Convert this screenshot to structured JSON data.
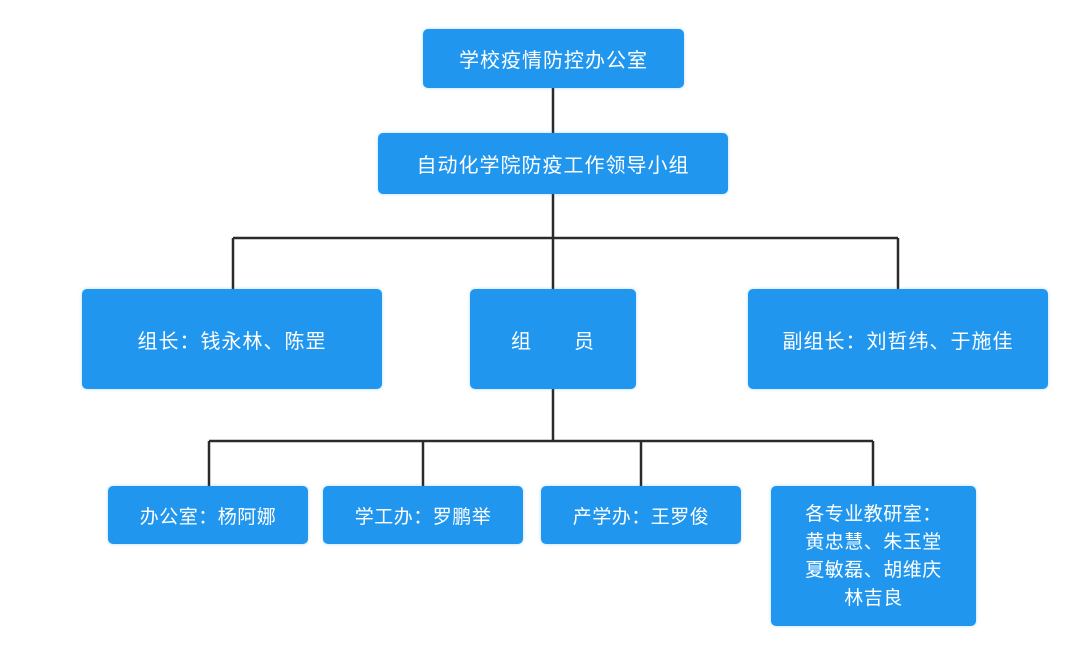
{
  "chart": {
    "root": "学校疫情防控办公室",
    "leadership_group": "自动化学院防疫工作领导小组",
    "leader": "组长：钱永林、陈罡",
    "members": "组　　员",
    "deputy_leader": "副组长：刘哲纬、于施佳",
    "units": {
      "office": "办公室：杨阿娜",
      "student_affairs": "学工办：罗鹏举",
      "industry_academia": "产学办：王罗俊",
      "research_rooms": {
        "line1": "各专业教研室：",
        "line2": "黄忠慧、朱玉堂",
        "line3": "夏敏磊、胡维庆",
        "line4": "林吉良"
      }
    }
  },
  "colors": {
    "box": "#2196ee",
    "text": "#ffffff",
    "line": "#2b2b2b"
  }
}
